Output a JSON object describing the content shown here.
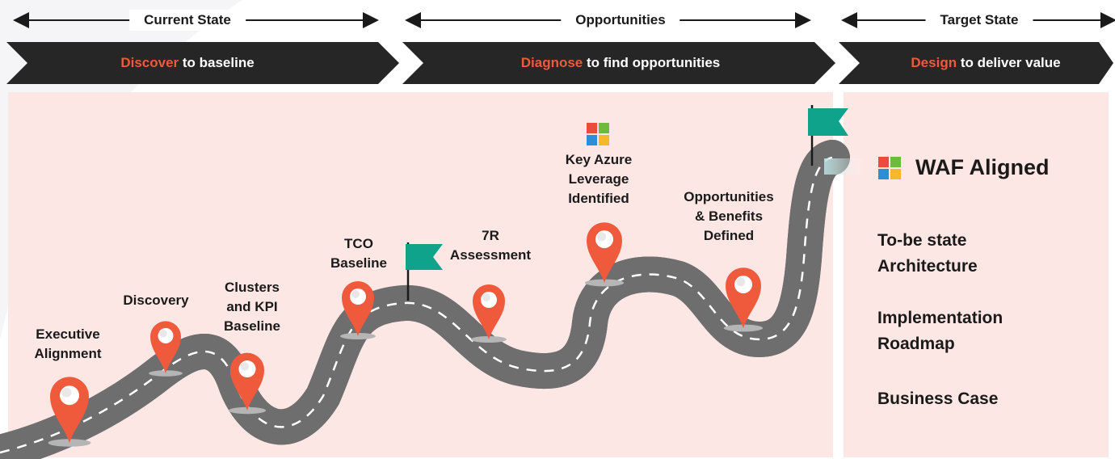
{
  "phases": {
    "current": "Current State",
    "opportunities": "Opportunities",
    "target": "Target State"
  },
  "chevrons": {
    "discover": {
      "highlight": "Discover",
      "rest": " to baseline"
    },
    "diagnose": {
      "highlight": "Diagnose",
      "rest": " to find opportunities"
    },
    "design": {
      "highlight": "Design",
      "rest": " to deliver value"
    }
  },
  "milestones": {
    "executive": "Executive\nAlignment",
    "discovery": "Discovery",
    "clusters": "Clusters\nand KPI\nBaseline",
    "tco": "TCO\nBaseline",
    "assessment": "7R\nAssessment",
    "azure": "Key Azure\nLeverage\nIdentified",
    "opportunities": "Opportunities\n& Benefits\nDefined"
  },
  "target": {
    "waf": "WAF Aligned",
    "architecture": "To-be state\nArchitecture",
    "roadmap": "Implementation\nRoadmap",
    "business_case": "Business Case"
  },
  "colors": {
    "accent": "#ef5a3c",
    "chevron": "#262626",
    "panel": "#fde7e5",
    "road": "#7a7a7a",
    "flag": "#0fa38c",
    "pin": "#ef5a3c"
  }
}
